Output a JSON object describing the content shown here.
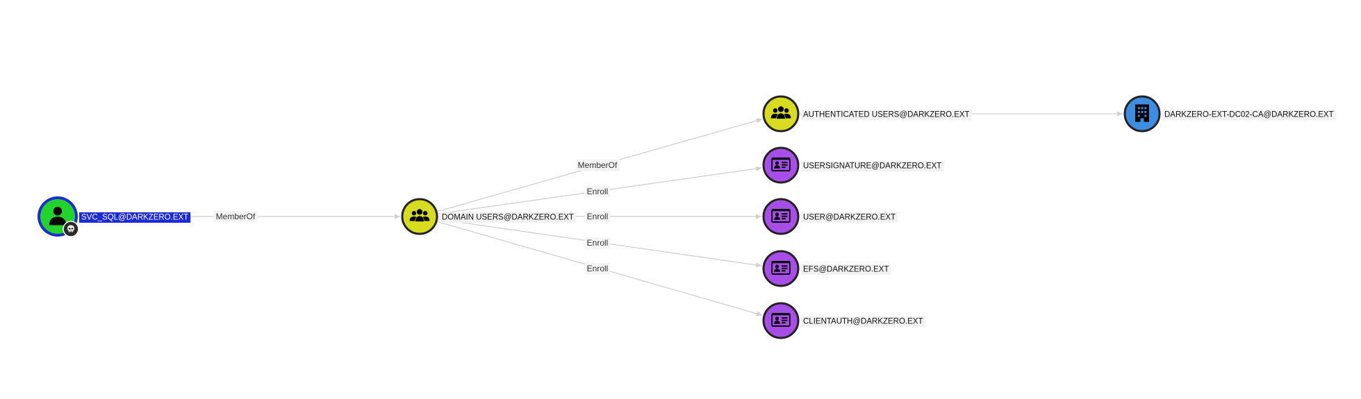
{
  "graph": {
    "nodes": [
      {
        "id": "svc_sql",
        "type": "user",
        "label": "SVC_SQL@DARKZERO.EXT",
        "color": "#22d32b",
        "ring": "#1c2bd6",
        "selected": true,
        "badge": "skull-icon"
      },
      {
        "id": "domain_users",
        "type": "group",
        "label": "DOMAIN USERS@DARKZERO.EXT",
        "color": "#d7dc20"
      },
      {
        "id": "auth_users",
        "type": "group",
        "label": "AUTHENTICATED USERS@DARKZERO.EXT",
        "color": "#d7dc20"
      },
      {
        "id": "usersignature",
        "type": "certtemplate",
        "label": "USERSIGNATURE@DARKZERO.EXT",
        "color": "#a84ee8"
      },
      {
        "id": "user_tpl",
        "type": "certtemplate",
        "label": "USER@DARKZERO.EXT",
        "color": "#a84ee8"
      },
      {
        "id": "efs",
        "type": "certtemplate",
        "label": "EFS@DARKZERO.EXT",
        "color": "#a84ee8"
      },
      {
        "id": "clientauth",
        "type": "certtemplate",
        "label": "CLIENTAUTH@DARKZERO.EXT",
        "color": "#a84ee8"
      },
      {
        "id": "ca",
        "type": "enterpriseca",
        "label": "DARKZERO-EXT-DC02-CA@DARKZERO.EXT",
        "color": "#3d8ee0"
      }
    ],
    "edges": [
      {
        "from": "svc_sql",
        "to": "domain_users",
        "label": "MemberOf"
      },
      {
        "from": "domain_users",
        "to": "auth_users",
        "label": "MemberOf"
      },
      {
        "from": "domain_users",
        "to": "usersignature",
        "label": "Enroll"
      },
      {
        "from": "domain_users",
        "to": "user_tpl",
        "label": "Enroll"
      },
      {
        "from": "domain_users",
        "to": "efs",
        "label": "Enroll"
      },
      {
        "from": "domain_users",
        "to": "clientauth",
        "label": "Enroll"
      },
      {
        "from": "auth_users",
        "to": "ca",
        "label": ""
      }
    ]
  }
}
